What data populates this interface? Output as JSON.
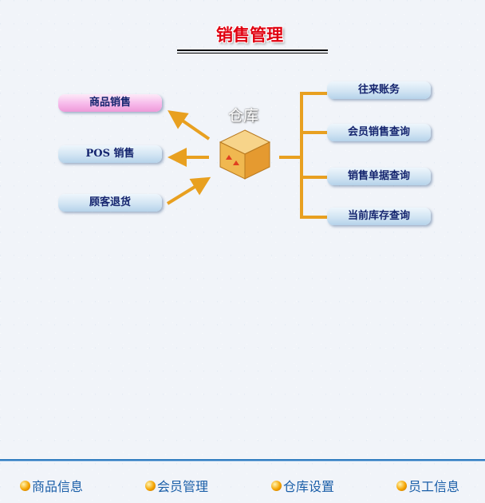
{
  "title": "销售管理",
  "center_label": "仓库",
  "left_buttons": [
    "商品销售",
    "POS 销售",
    "顾客退货"
  ],
  "right_buttons": [
    "往来账务",
    "会员销售查询",
    "销售单据查询",
    "当前库存查询"
  ],
  "footer": [
    "商品信息",
    "会员管理",
    "仓库设置",
    "员工信息"
  ],
  "colors": {
    "title": "#e00010",
    "connector": "#e8a020",
    "footer_line": "#2e7bc0",
    "button_text": "#14246e"
  }
}
